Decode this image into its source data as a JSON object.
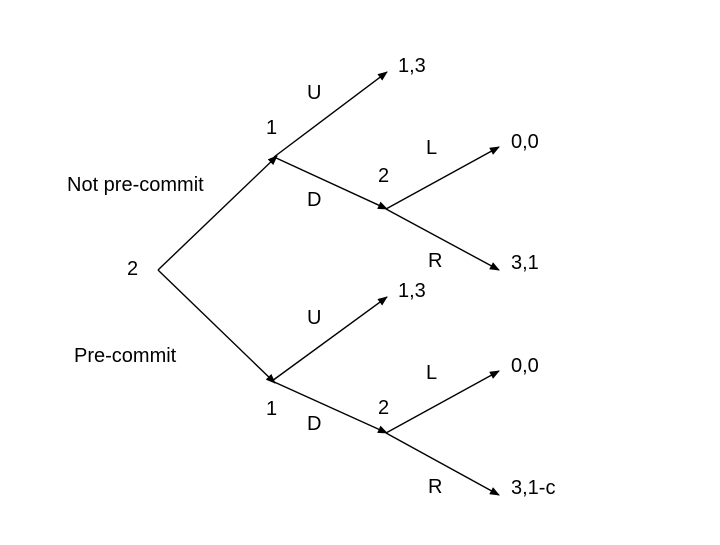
{
  "tree": {
    "root_player": "2",
    "branches": {
      "top": "Not pre-commit",
      "bottom": "Pre-commit"
    },
    "top_subgame": {
      "player1": "1",
      "U": "U",
      "D": "D",
      "player2": "2",
      "L": "L",
      "R": "R",
      "payoff_U": "1,3",
      "payoff_L": "0,0",
      "payoff_R": "3,1"
    },
    "bottom_subgame": {
      "player1": "1",
      "U": "U",
      "D": "D",
      "player2": "2",
      "L": "L",
      "R": "R",
      "payoff_U": "1,3",
      "payoff_L": "0,0",
      "payoff_R": "3,1-c"
    }
  }
}
